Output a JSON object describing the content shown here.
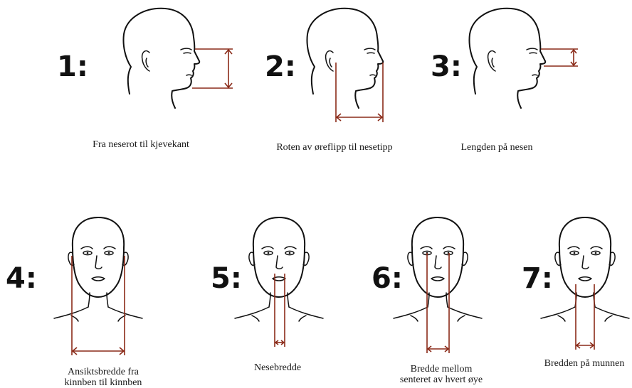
{
  "measurements": [
    {
      "number": "1:",
      "caption": "Fra neserot til kjevekant"
    },
    {
      "number": "2:",
      "caption": "Roten av øreflipp til nesetipp"
    },
    {
      "number": "3:",
      "caption": "Lengden på nesen"
    },
    {
      "number": "4:",
      "caption_line1": "Ansiktsbredde fra",
      "caption_line2": "kinnben til kinnben"
    },
    {
      "number": "5:",
      "caption": "Nesebredde"
    },
    {
      "number": "6:",
      "caption_line1": "Bredde mellom",
      "caption_line2": "senteret av hvert øye"
    },
    {
      "number": "7:",
      "caption": "Bredden på munnen"
    }
  ],
  "colors": {
    "line": "#111111",
    "measure": "#8a2a18",
    "background": "#ffffff"
  }
}
